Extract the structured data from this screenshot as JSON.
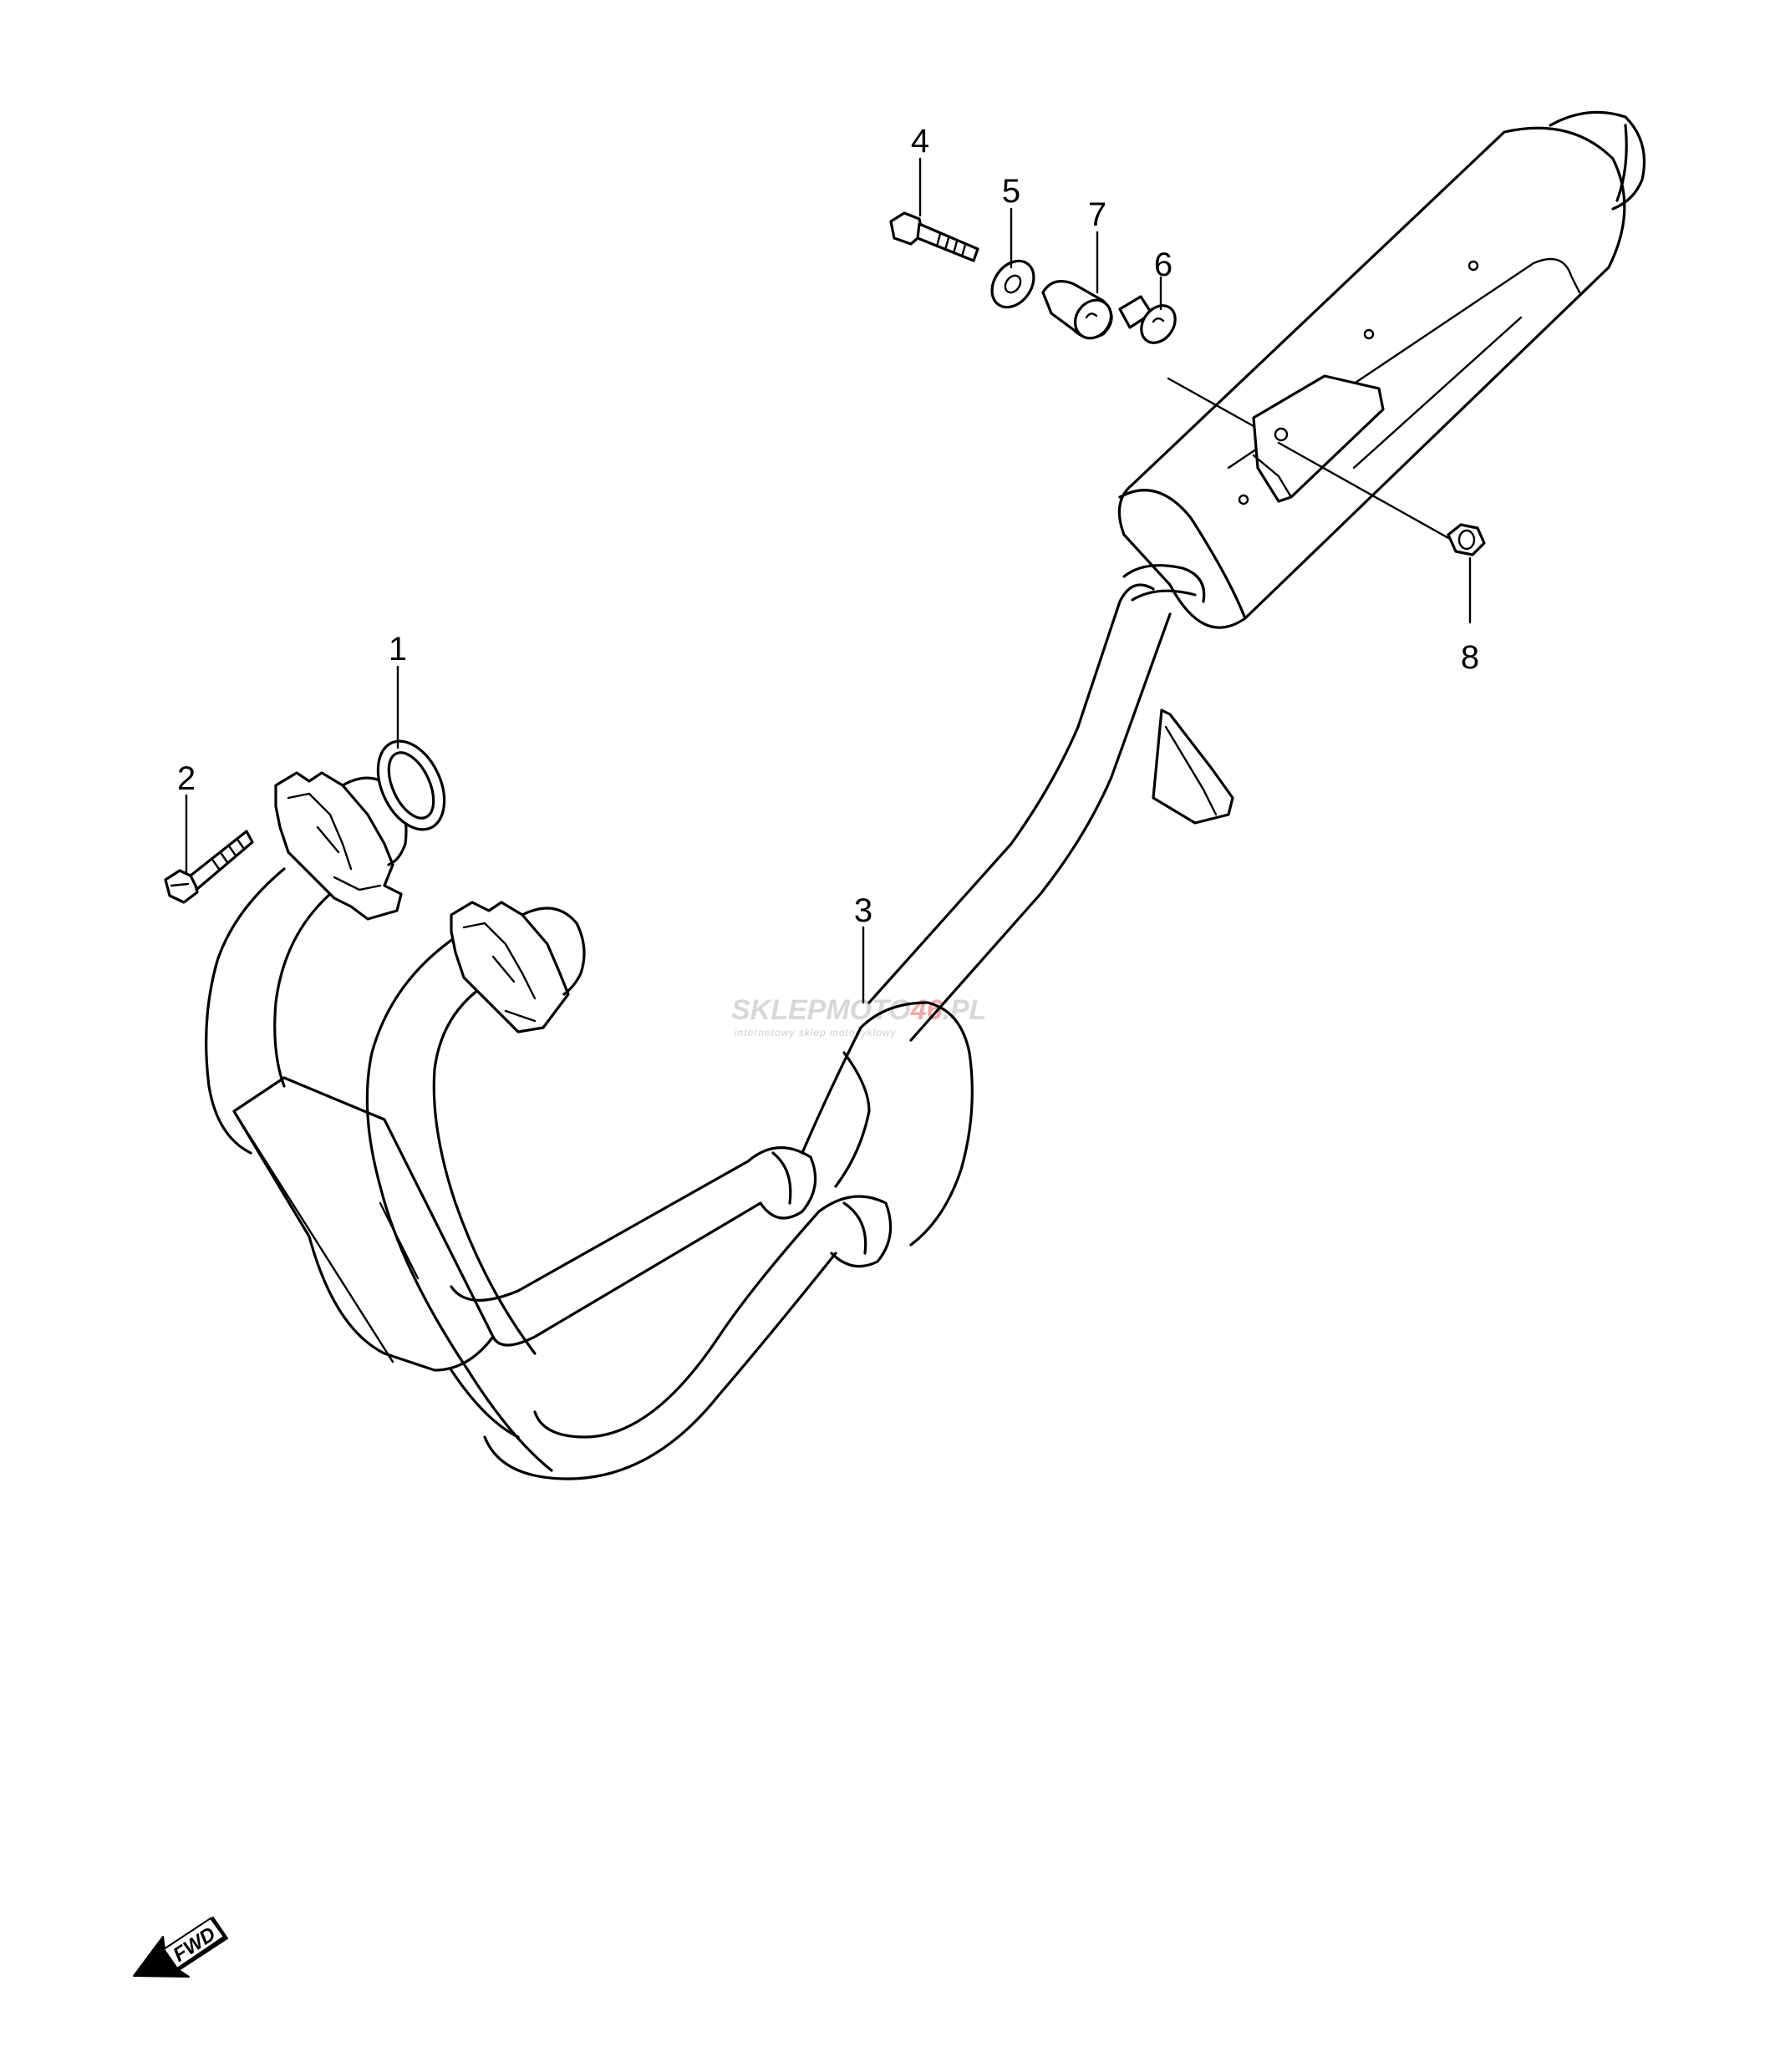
{
  "callouts": [
    {
      "id": "1",
      "text": "1"
    },
    {
      "id": "2",
      "text": "2"
    },
    {
      "id": "3",
      "text": "3"
    },
    {
      "id": "4",
      "text": "4"
    },
    {
      "id": "5",
      "text": "5"
    },
    {
      "id": "6",
      "text": "6"
    },
    {
      "id": "7",
      "text": "7"
    },
    {
      "id": "8",
      "text": "8"
    }
  ],
  "fwd_arrow": {
    "text": "FWD"
  },
  "watermark": {
    "brand_gray": "SKLEPMOTO",
    "brand_red": "46",
    "brand_tld": ".PL",
    "tagline": "internetowy sklep motocyklowy",
    "accent_color": "#e23b3b"
  }
}
